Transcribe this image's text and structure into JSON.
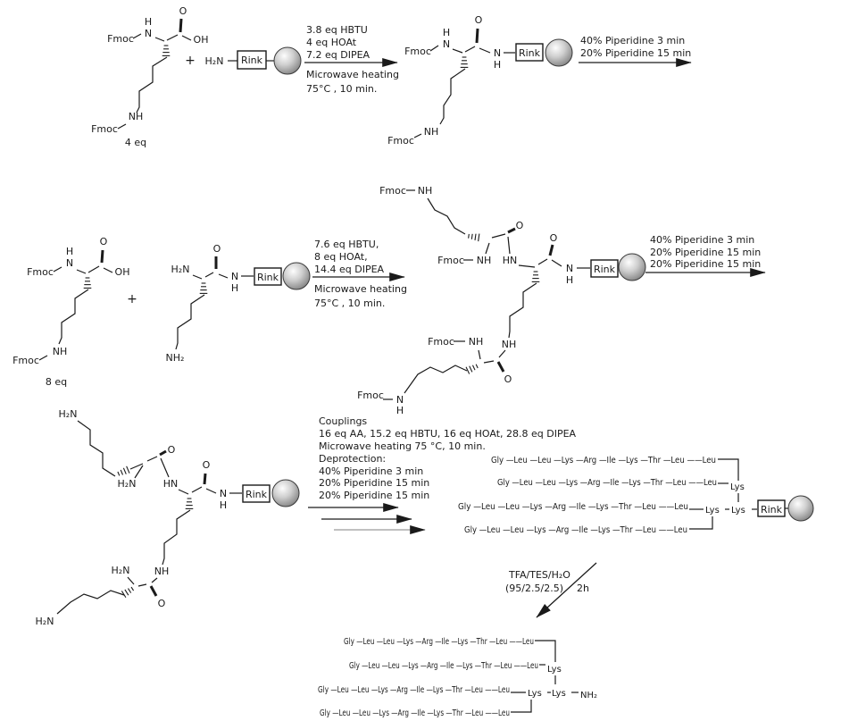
{
  "atoms": {
    "fmoc": "Fmoc",
    "h": "H",
    "n": "N",
    "o": "O",
    "oh": "OH",
    "nh": "NH",
    "hn": "HN",
    "h2n": "H₂N",
    "nh2": "NH₂",
    "plus": "+",
    "rink": "Rink"
  },
  "step1": {
    "eq_label": "4 eq",
    "coupling_conditions": [
      "3.8 eq HBTU",
      "4 eq HOAt",
      "7.2 eq DIPEA"
    ],
    "heating": [
      "Microwave heating",
      "75°C , 10 min."
    ],
    "deprotection": [
      "40% Piperidine  3 min",
      "20% Piperidine 15 min"
    ]
  },
  "step2": {
    "eq_label": "8 eq",
    "coupling_conditions": [
      "7.6 eq HBTU,",
      "8 eq HOAt,",
      "14.4 eq DIPEA"
    ],
    "heating": [
      "Microwave heating",
      "75°C , 10 min."
    ],
    "deprotection": [
      "40% Piperidine  3 min",
      "20% Piperidine 15 min",
      "20% Piperidine 15 min"
    ]
  },
  "step3": {
    "lines": [
      "Couplings",
      "16 eq AA, 15.2 eq HBTU, 16 eq HOAt, 28.8 eq DIPEA",
      "Microwave heating 75 °C, 10 min.",
      "Deprotection:",
      "40% Piperidine  3 min",
      "20% Piperidine 15 min",
      "20% Piperidine 15 min"
    ]
  },
  "cleavage": {
    "reagents": "TFA/TES/H₂O",
    "ratio": "(95/2.5/2.5)",
    "duration": "2h"
  },
  "peptide": {
    "sequence": "Gly —Leu —Leu —Lys —Arg —Ile —Lys —Thr —Leu ——Leu",
    "branch_residue": "Lys",
    "terminal_amide": "NH₂"
  },
  "colors": {
    "ink": "#1a1a1a",
    "bead_edge": "#555555",
    "bead_light": "#fdfdfd"
  }
}
